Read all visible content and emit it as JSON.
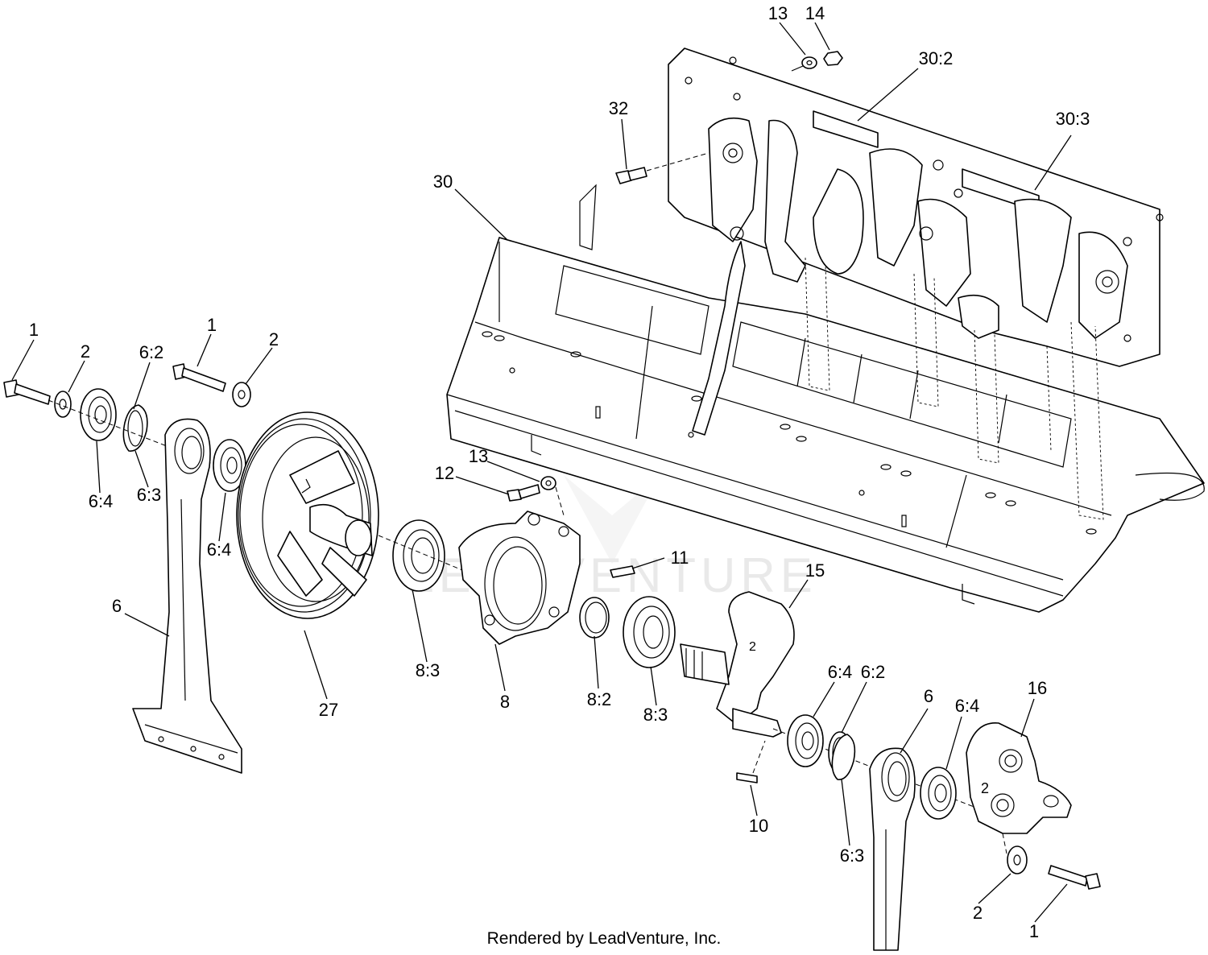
{
  "diagram": {
    "watermark": "LEADVENTURE",
    "credit": "Rendered by LeadVenture, Inc.",
    "callouts": {
      "c1a": "1",
      "c2a": "2",
      "c62a": "6:2",
      "c1b": "1",
      "c2b": "2",
      "c64a": "6:4",
      "c63a": "6:3",
      "c64b": "6:4",
      "c6a": "6",
      "c27": "27",
      "c13a": "13",
      "c14": "14",
      "c302": "30:2",
      "c303": "30:3",
      "c32": "32",
      "c30": "30",
      "c13b": "13",
      "c12": "12",
      "c11": "11",
      "c15": "15",
      "c83a": "8:3",
      "c8": "8",
      "c82": "8:2",
      "c83b": "8:3",
      "c64c": "6:4",
      "c62b": "6:2",
      "c6b": "6",
      "c64d": "6:4",
      "c16": "16",
      "c10": "10",
      "c63b": "6:3",
      "c2c": "2",
      "c1c": "1"
    }
  }
}
